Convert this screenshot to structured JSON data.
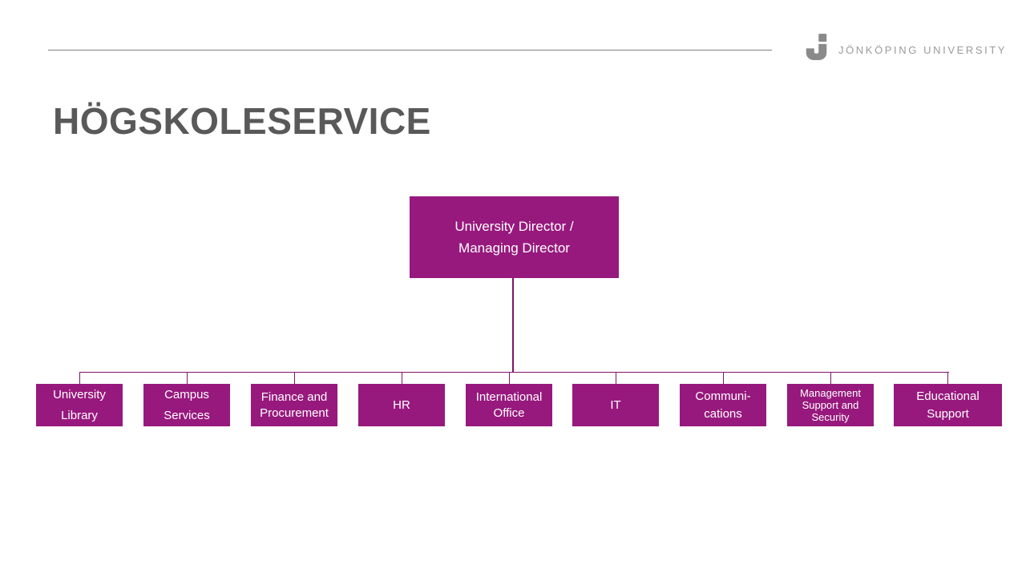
{
  "header": {
    "logo_text": "JÖNKÖPING UNIVERSITY"
  },
  "title": "HÖGSKOLESERVICE",
  "org": {
    "root": {
      "label": "University Director /\nManaging Director"
    },
    "children": [
      {
        "label": "University\nLibrary"
      },
      {
        "label": "Campus\nServices"
      },
      {
        "label": "Finance and\nProcurement"
      },
      {
        "label": "HR"
      },
      {
        "label": "International\nOffice"
      },
      {
        "label": "IT"
      },
      {
        "label": "Communi-\ncations"
      },
      {
        "label": "Management\nSupport and\nSecurity"
      },
      {
        "label": "Educational\nSupport"
      }
    ]
  },
  "colors": {
    "box_fill": "#97197d",
    "connector": "#7e1666",
    "title_text": "#595959",
    "divider": "#7f7f7f",
    "logo_gray": "#8a8a8a",
    "box_text": "#ffffff"
  }
}
